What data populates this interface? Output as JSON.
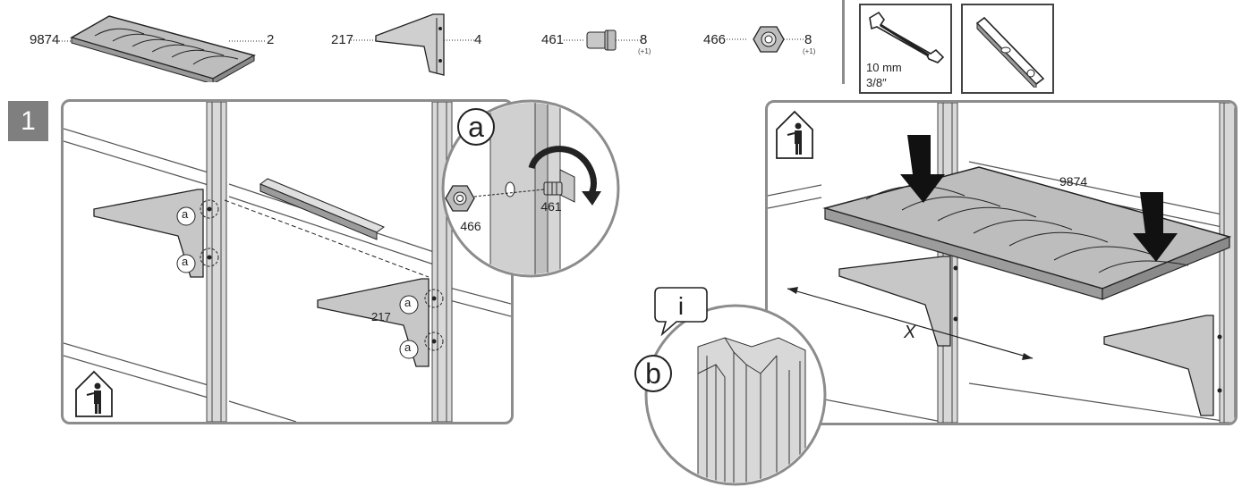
{
  "parts": [
    {
      "code": "9874",
      "qty": "2",
      "extra": ""
    },
    {
      "code": "217",
      "qty": "4",
      "extra": ""
    },
    {
      "code": "461",
      "qty": "8",
      "extra": "(+1)"
    },
    {
      "code": "466",
      "qty": "8",
      "extra": "(+1)"
    }
  ],
  "tools": {
    "wrench_size_mm": "10 mm",
    "wrench_size_in": "3/8″"
  },
  "step": {
    "number": "1"
  },
  "detail_a": {
    "letter": "a",
    "nut_code": "466",
    "bolt_code": "461"
  },
  "detail_b": {
    "letter": "b",
    "info_glyph": "i"
  },
  "left_panel": {
    "callout": "a",
    "bracket_code": "217"
  },
  "right_panel": {
    "shelf_code": "9874",
    "distance_label": "X"
  },
  "colors": {
    "panel_border": "#8c8c8c",
    "step_bg": "#7f7f7f",
    "metal": "#c9c9c9",
    "shelf": "#bdbdbd"
  },
  "icons": [
    "wrench-icon",
    "spirit-level-icon",
    "person-in-house-icon",
    "info-icon",
    "rotate-arrow-icon",
    "down-arrow-icon"
  ]
}
